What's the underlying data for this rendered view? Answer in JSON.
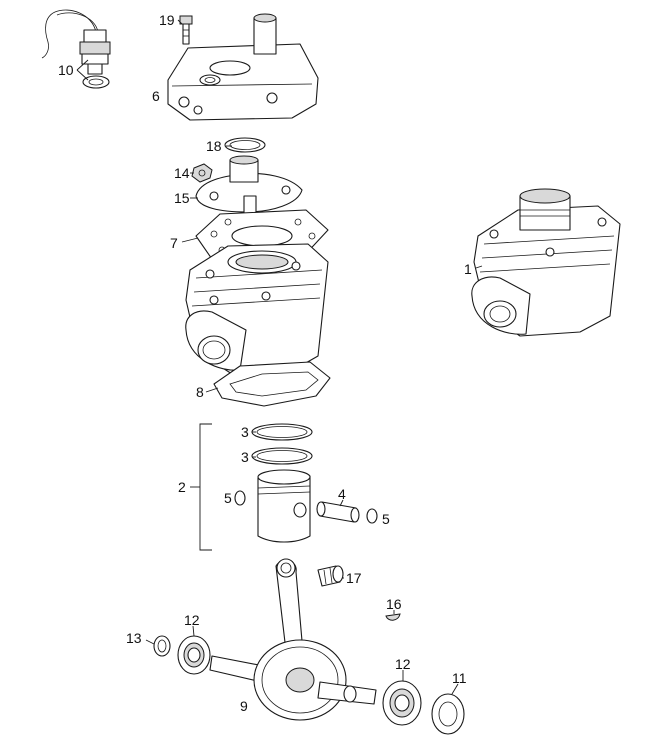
{
  "callouts": {
    "c1": "1",
    "c2": "2",
    "c3a": "3",
    "c3b": "3",
    "c4": "4",
    "c5a": "5",
    "c5b": "5",
    "c6": "6",
    "c7": "7",
    "c8": "8",
    "c9": "9",
    "c10": "10",
    "c11": "11",
    "c12a": "12",
    "c12b": "12",
    "c13": "13",
    "c14": "14",
    "c15": "15",
    "c16": "16",
    "c17": "17",
    "c18": "18",
    "c19": "19"
  }
}
